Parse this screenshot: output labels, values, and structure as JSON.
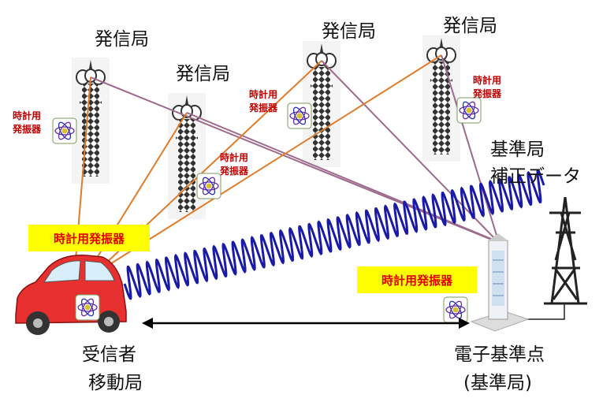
{
  "transmitters": [
    {
      "label": "発信局"
    },
    {
      "label": "発信局"
    },
    {
      "label": "発信局"
    },
    {
      "label": "発信局"
    }
  ],
  "oscillator_small": [
    "時計用\n発振器",
    "時計用\n発振器",
    "時計用\n発振器",
    "時計用\n発振器"
  ],
  "oscillator_small_lines": [
    [
      "時計用",
      "発振器"
    ],
    [
      "時計用",
      "発振器"
    ],
    [
      "時計用",
      "発振器"
    ],
    [
      "時計用",
      "発振器"
    ]
  ],
  "oscillator_box_car": "時計用発振器",
  "oscillator_box_ref": "時計用発振器",
  "correction": {
    "line1": "基準局",
    "line2": "補正データ"
  },
  "receiver": {
    "line1": "受信者",
    "line2": "移動局"
  },
  "reference": {
    "line1": "電子基準点",
    "line2": "(基準局)"
  },
  "colors": {
    "orange": "#e07b2a",
    "purple": "#9e6a8c",
    "wave": "#1a1aa8",
    "car": "#e83030",
    "yellow": "#ffff00"
  }
}
